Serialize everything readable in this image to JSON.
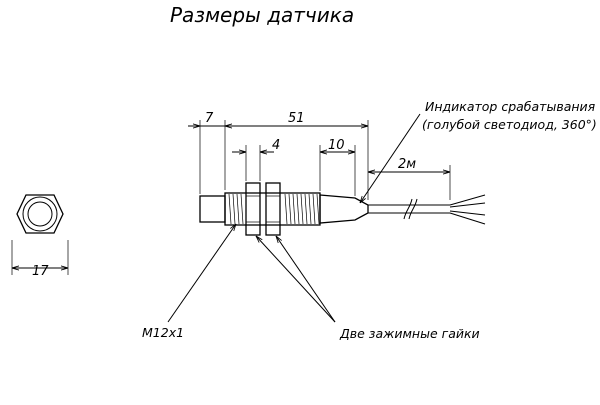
{
  "title": "Размеры датчика",
  "dimensions": {
    "nut_width": "17",
    "front_length": "7",
    "total_length": "51",
    "nut_thickness": "4",
    "indicator_length": "10",
    "cable_length": "2м"
  },
  "callouts": {
    "indicator_line1": "Индикатор срабатывания",
    "indicator_line2": "(голубой светодиод, 360°)",
    "thread": "M12x1",
    "nuts": "Две зажимные гайки"
  }
}
